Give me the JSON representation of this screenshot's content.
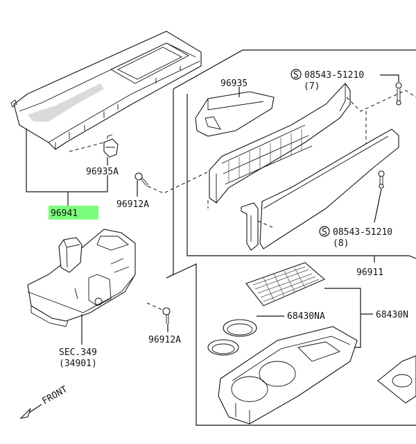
{
  "colors": {
    "highlight": "#7CFC7C",
    "ink": "#111111"
  },
  "callouts": {
    "c96941": "96941",
    "c96935A": "96935A",
    "c96912A_top": "96912A",
    "c96912A_bottom": "96912A",
    "c96935": "96935",
    "c08543_top": "08543-51210",
    "c08543_top_qty": "(7)",
    "c08543_bottom": "08543-51210",
    "c08543_bottom_qty": "(8)",
    "c96911": "96911",
    "c68430NA": "68430NA",
    "c68430N": "68430N",
    "sec_ref": "SEC.349",
    "sec_sub": "(34901)",
    "front": "FRONT",
    "s_mark": "S"
  }
}
